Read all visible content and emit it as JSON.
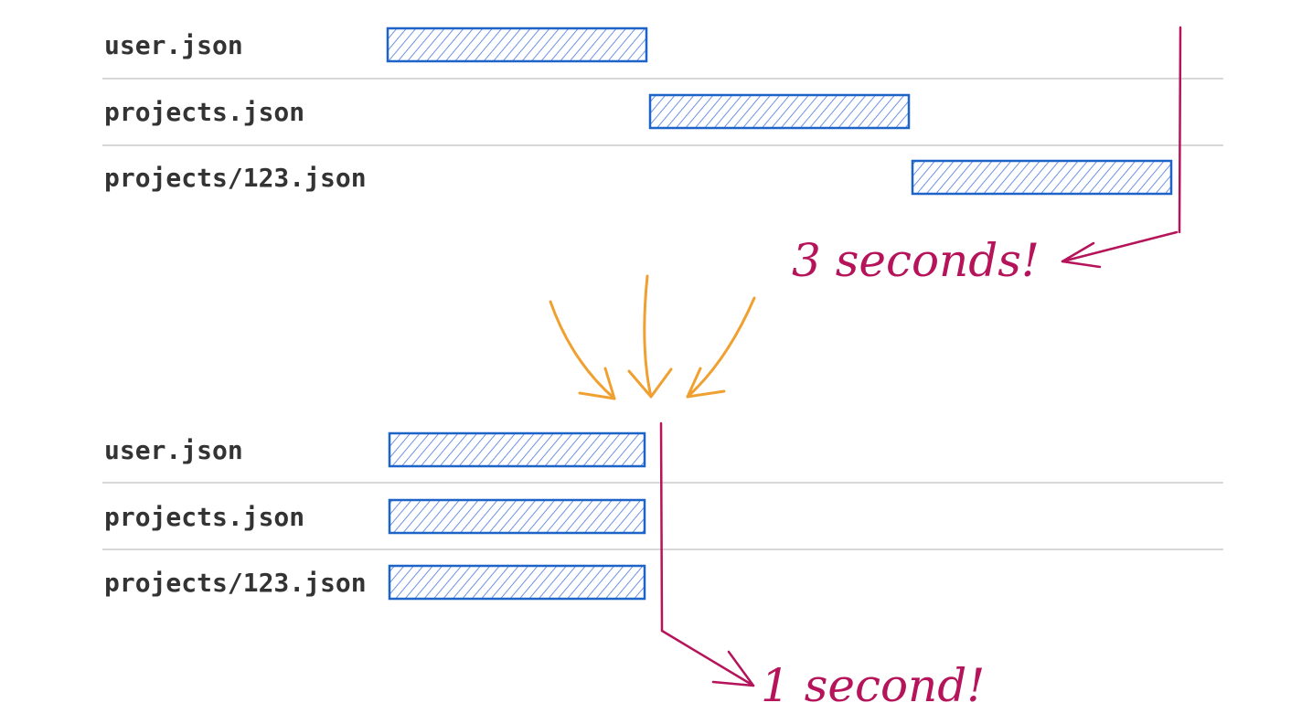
{
  "chart_data": [
    {
      "type": "gantt",
      "title": "",
      "time_units": "seconds",
      "rows": [
        {
          "label": "user.json",
          "start": 0,
          "end": 1
        },
        {
          "label": "projects.json",
          "start": 1,
          "end": 2
        },
        {
          "label": "projects/123.json",
          "start": 2,
          "end": 3
        }
      ],
      "total_label": "3 seconds!",
      "total_value": 3
    },
    {
      "type": "gantt",
      "title": "",
      "time_units": "seconds",
      "rows": [
        {
          "label": "user.json",
          "start": 0,
          "end": 1
        },
        {
          "label": "projects.json",
          "start": 0,
          "end": 1
        },
        {
          "label": "projects/123.json",
          "start": 0,
          "end": 1
        }
      ],
      "total_label": "1 second!",
      "total_value": 1
    }
  ],
  "colors": {
    "bar_stroke": "#1e64c8",
    "hatch": "#4a78e0",
    "annotation": "#b5135a",
    "arrow": "#f0a030",
    "divider": "#d8d8d8"
  }
}
